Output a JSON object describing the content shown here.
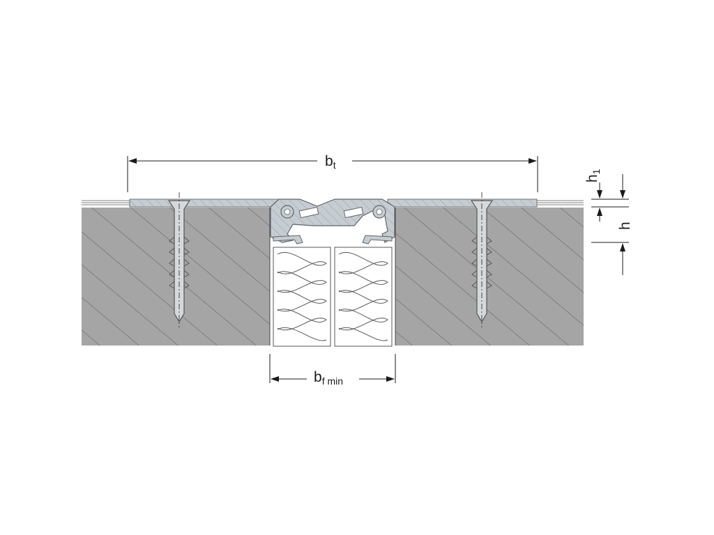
{
  "labels": {
    "total_width": {
      "main": "b",
      "sub": "t"
    },
    "joint_width": {
      "main": "b",
      "sub": "f min"
    },
    "height": {
      "main": "h"
    },
    "flange_height": {
      "main": "h",
      "sub": "1"
    }
  },
  "colors": {
    "concrete": "#a5a5a5",
    "profile": "#c5cdd3",
    "profile_stroke": "#6b6f73",
    "insert_white": "#ffffff",
    "line": "#1a1a1a"
  }
}
